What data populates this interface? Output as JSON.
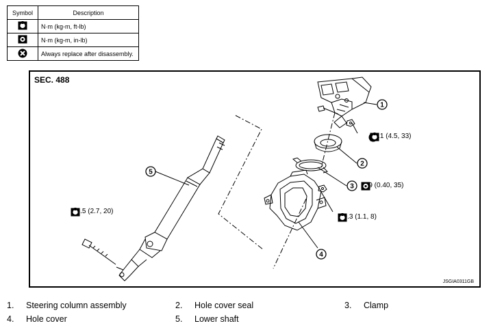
{
  "legend": {
    "header_symbol": "Symbol",
    "header_description": "Description",
    "rows": [
      {
        "icon": "torque-wrench-icon",
        "description": "N·m (kg-m, ft-lb)"
      },
      {
        "icon": "torque-wrench-inlb-icon",
        "description": "N·m (kg-m, in-lb)"
      },
      {
        "icon": "replace-icon",
        "description": "Always replace after disassembly."
      }
    ]
  },
  "figure": {
    "section": "SEC. 488",
    "figure_id": "JSGIA0311GB",
    "callouts": [
      "1",
      "2",
      "3",
      "4",
      "5"
    ],
    "torques": {
      "t1": "44.1 (4.5, 33)",
      "t2": "3.9 (0.40, 35)",
      "t3": "10.3 (1.1, 8)",
      "t4": "26.5 (2.7, 20)"
    }
  },
  "parts": [
    {
      "num": "1.",
      "name": "Steering column assembly"
    },
    {
      "num": "2.",
      "name": "Hole cover seal"
    },
    {
      "num": "3.",
      "name": "Clamp"
    },
    {
      "num": "4.",
      "name": "Hole cover"
    },
    {
      "num": "5.",
      "name": "Lower shaft"
    }
  ]
}
